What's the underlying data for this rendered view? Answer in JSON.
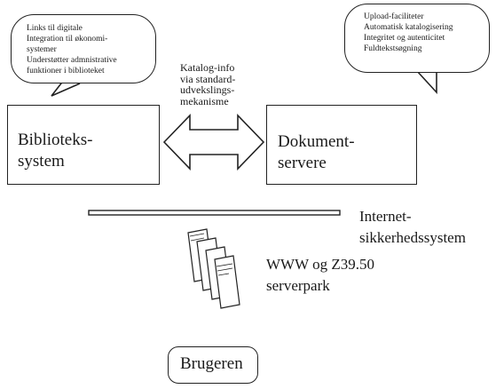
{
  "left_bubble": {
    "lines": [
      "Links til digitale",
      "Integration til økonomi-",
      "systemer",
      "Understøtter admnistrative",
      "funktioner i biblioteket"
    ]
  },
  "right_bubble": {
    "lines": [
      "Upload-faciliteter",
      "Automatisk katalogisering",
      "Integritet og autenticitet",
      "Fuldtekstsøgning"
    ]
  },
  "center_label": {
    "lines": [
      "Katalog-info",
      "via standard-",
      "udvekslings-",
      "mekanisme"
    ]
  },
  "library_box": {
    "lines": [
      "Biblioteks-",
      "system"
    ]
  },
  "document_box": {
    "lines": [
      "Dokument-",
      "servere"
    ]
  },
  "internet_label": {
    "lines": [
      "Internet-",
      "sikkerhedssystem"
    ]
  },
  "server_label": {
    "lines": [
      "WWW og Z39.50",
      "serverpark"
    ]
  },
  "user_box": {
    "label": "Brugeren"
  }
}
